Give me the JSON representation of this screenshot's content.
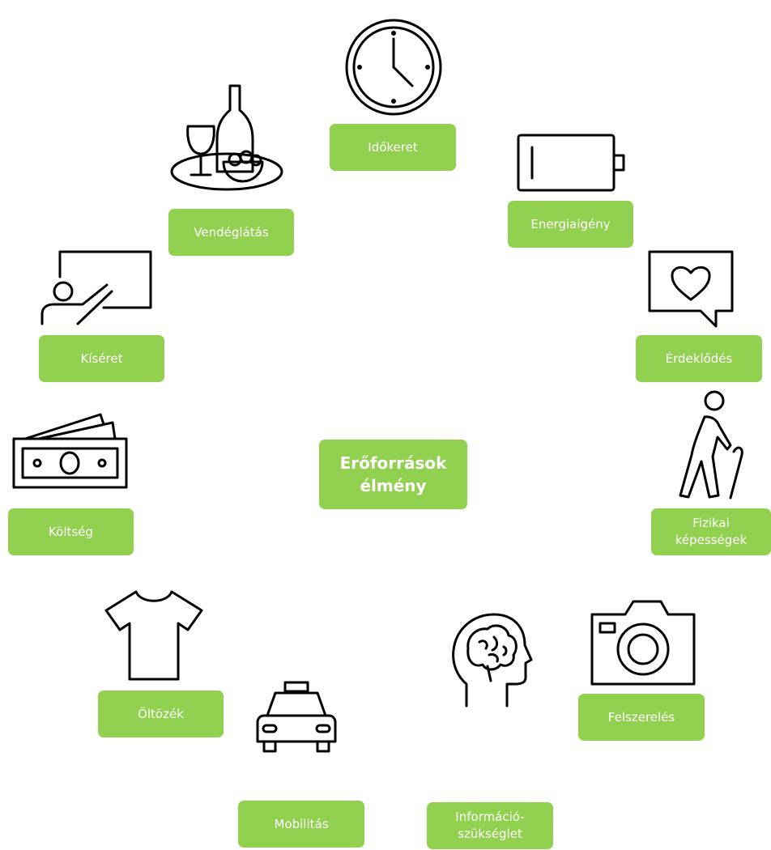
{
  "center": {
    "label": "Erőforrások\nélmény"
  },
  "items": [
    {
      "label": "Időkeret",
      "icon": "clock-icon"
    },
    {
      "label": "Energiaigény",
      "icon": "battery-icon"
    },
    {
      "label": "Érdeklődés",
      "icon": "heart-speech-bubble-icon"
    },
    {
      "label": "Fizikai\nképességek",
      "icon": "elderly-person-cane-icon"
    },
    {
      "label": "Felszerelés",
      "icon": "camera-icon"
    },
    {
      "label": "Információ-\nszükséglet",
      "icon": "brain-head-icon"
    },
    {
      "label": "Mobilitás",
      "icon": "taxi-car-icon"
    },
    {
      "label": "Öltözék",
      "icon": "t-shirt-icon"
    },
    {
      "label": "Költség",
      "icon": "banknotes-icon"
    },
    {
      "label": "Kíséret",
      "icon": "guide-presenter-board-icon"
    },
    {
      "label": "Vendéglátás",
      "icon": "wine-tray-icon"
    }
  ],
  "colors": {
    "box": "#92d050",
    "text": "#ffffff",
    "icon": "#000000"
  }
}
